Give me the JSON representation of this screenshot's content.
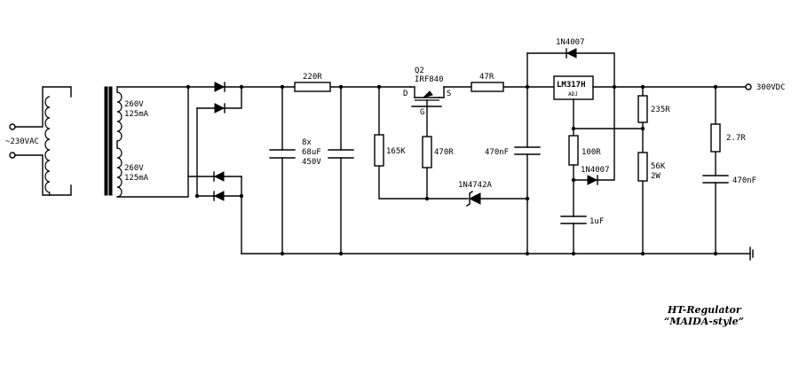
{
  "input": {
    "voltage_label": "~230VAC"
  },
  "transformer": {
    "secondary_upper": {
      "voltage": "260V",
      "current": "125mA"
    },
    "secondary_lower": {
      "voltage": "260V",
      "current": "125mA"
    }
  },
  "series_resistor": {
    "value": "220R"
  },
  "reservoir_cap": {
    "count": "8x",
    "value": "68uF",
    "voltage": "450V"
  },
  "mosfet": {
    "ref": "Q2",
    "part": "IRF840",
    "pin_d": "D",
    "pin_s": "S",
    "pin_g": "G"
  },
  "gate_resistor_top": {
    "value": "165K"
  },
  "gate_resistor": {
    "value": "470R"
  },
  "zener": {
    "part": "1N4742A"
  },
  "source_resistor": {
    "value": "47R"
  },
  "pre_reg_cap": {
    "value": "470nF"
  },
  "protection_diode_top": {
    "part": "1N4007"
  },
  "regulator": {
    "part": "LM317H",
    "adj_pin": "ADJ"
  },
  "adj_resistor": {
    "value": "100R"
  },
  "protection_diode_adj": {
    "part": "1N4007"
  },
  "adj_cap": {
    "value": "1uF"
  },
  "divider_top": {
    "value": "235R"
  },
  "divider_bottom": {
    "value": "56K",
    "power": "2W"
  },
  "output_resistor": {
    "value": "2.7R"
  },
  "output_cap": {
    "value": "470nF"
  },
  "output": {
    "voltage_label": "300VDC"
  },
  "caption": {
    "line1": "HT-Regulator",
    "line2": "“MAIDA-style”"
  }
}
